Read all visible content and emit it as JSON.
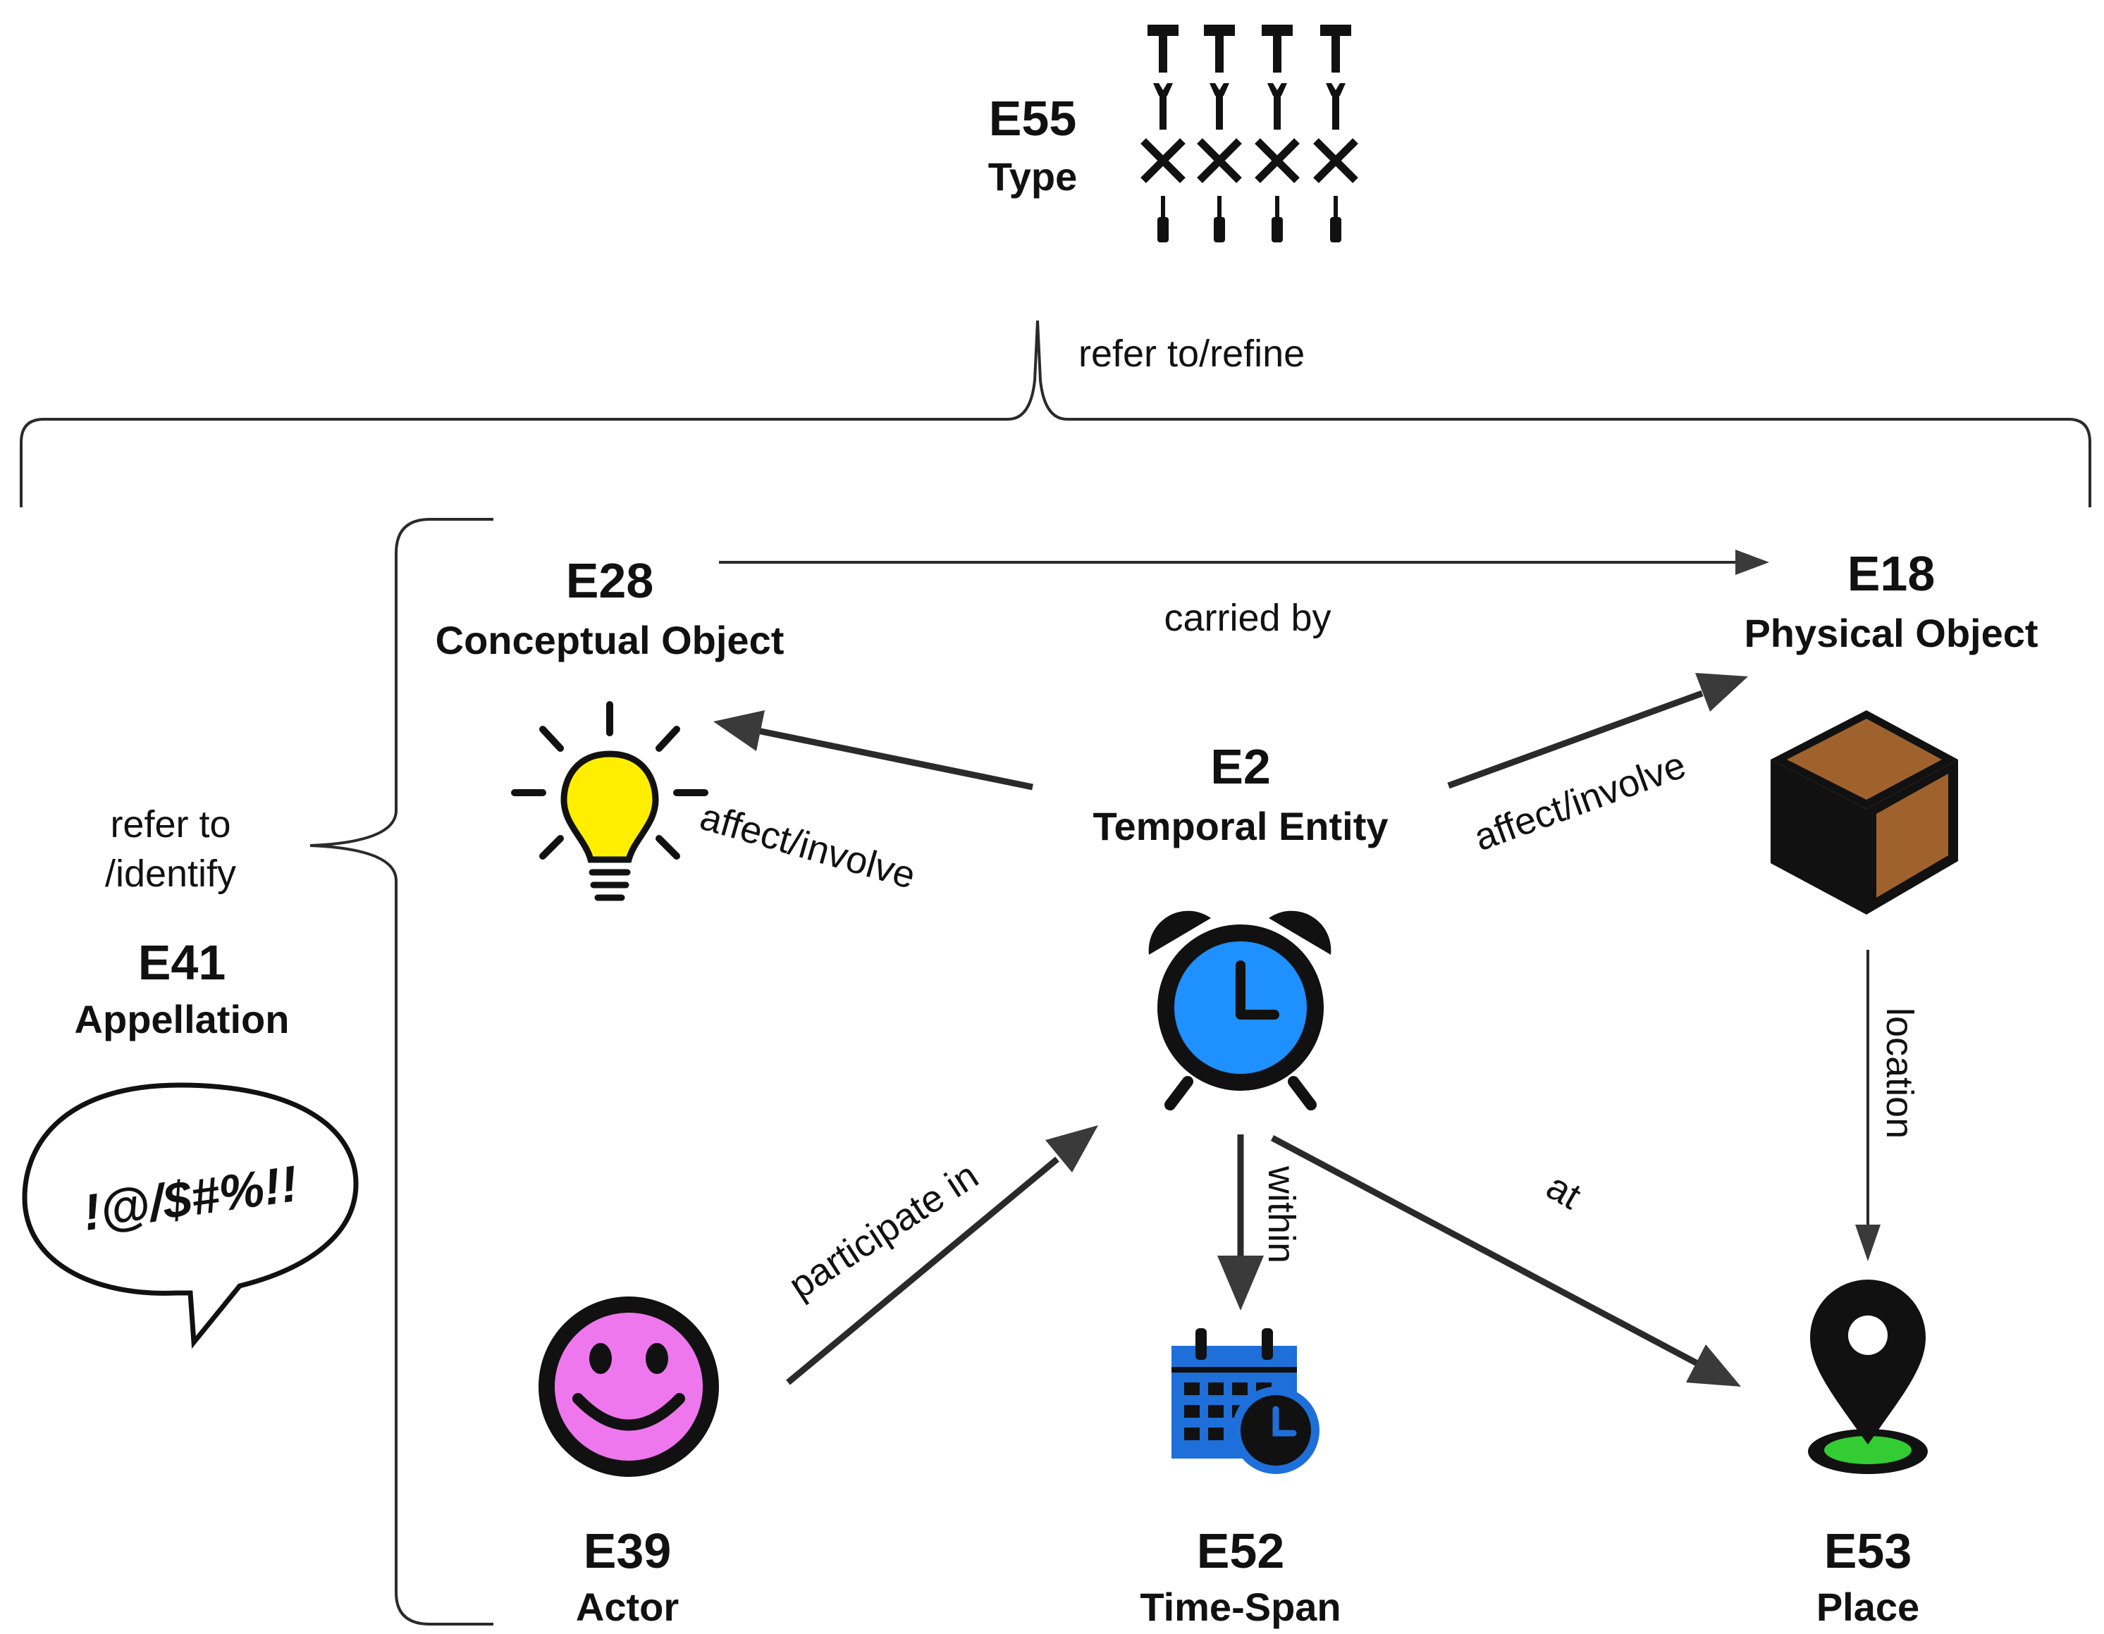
{
  "entities": {
    "type": {
      "code": "E55",
      "name": "Type"
    },
    "conceptual": {
      "code": "E28",
      "name": "Conceptual Object"
    },
    "physical": {
      "code": "E18",
      "name": "Physical Object"
    },
    "temporal": {
      "code": "E2",
      "name": "Temporal Entity"
    },
    "appellation": {
      "code": "E41",
      "name": "Appellation"
    },
    "actor": {
      "code": "E39",
      "name": "Actor"
    },
    "timespan": {
      "code": "E52",
      "name": "Time-Span"
    },
    "place": {
      "code": "E53",
      "name": "Place"
    }
  },
  "relations": {
    "refer_refine": "refer to/refine",
    "carried_by": "carried by",
    "affect_left": "affect/involve",
    "affect_right": "affect/involve",
    "refer_identify_1": "refer to",
    "refer_identify_2": "/identify",
    "location": "location",
    "participate_in": "participate in",
    "within": "within",
    "at": "at"
  },
  "speech_bubble_text": "!@/$#%!!",
  "icons": {
    "type": "tools-grid-icon",
    "conceptual": "lightbulb-icon",
    "physical": "cube-icon",
    "temporal": "alarm-clock-icon",
    "appellation": "speech-bubble-icon",
    "actor": "smiley-icon",
    "timespan": "calendar-clock-icon",
    "place": "location-pin-icon"
  },
  "colors": {
    "bulb": "#ffee00",
    "clock": "#1e90ff",
    "cube_side": "#a0622d",
    "smiley": "#ee77ee",
    "calendar": "#1e6fd9",
    "pin_ground": "#33cc33"
  }
}
